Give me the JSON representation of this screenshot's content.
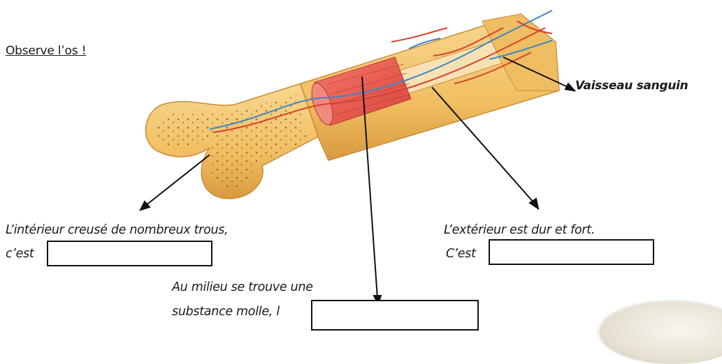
{
  "heading": "Observe l’os !",
  "labels": {
    "vessel": "Vaisseau sanguin",
    "interior_line1": "L’intérieur creusé de nombreux trous,",
    "interior_line2": "c’est",
    "exterior_line1": "L’extérieur est dur et fort.",
    "exterior_line2": "C’est",
    "middle_line1": "Au milieu se trouve une",
    "middle_line2": "substance molle, l"
  },
  "colors": {
    "bone_outer": "#f3c66a",
    "bone_inner": "#f6d9a0",
    "marrow": "#e8554d",
    "vessel_red": "#d8402e",
    "vessel_blue": "#3f86c8"
  }
}
